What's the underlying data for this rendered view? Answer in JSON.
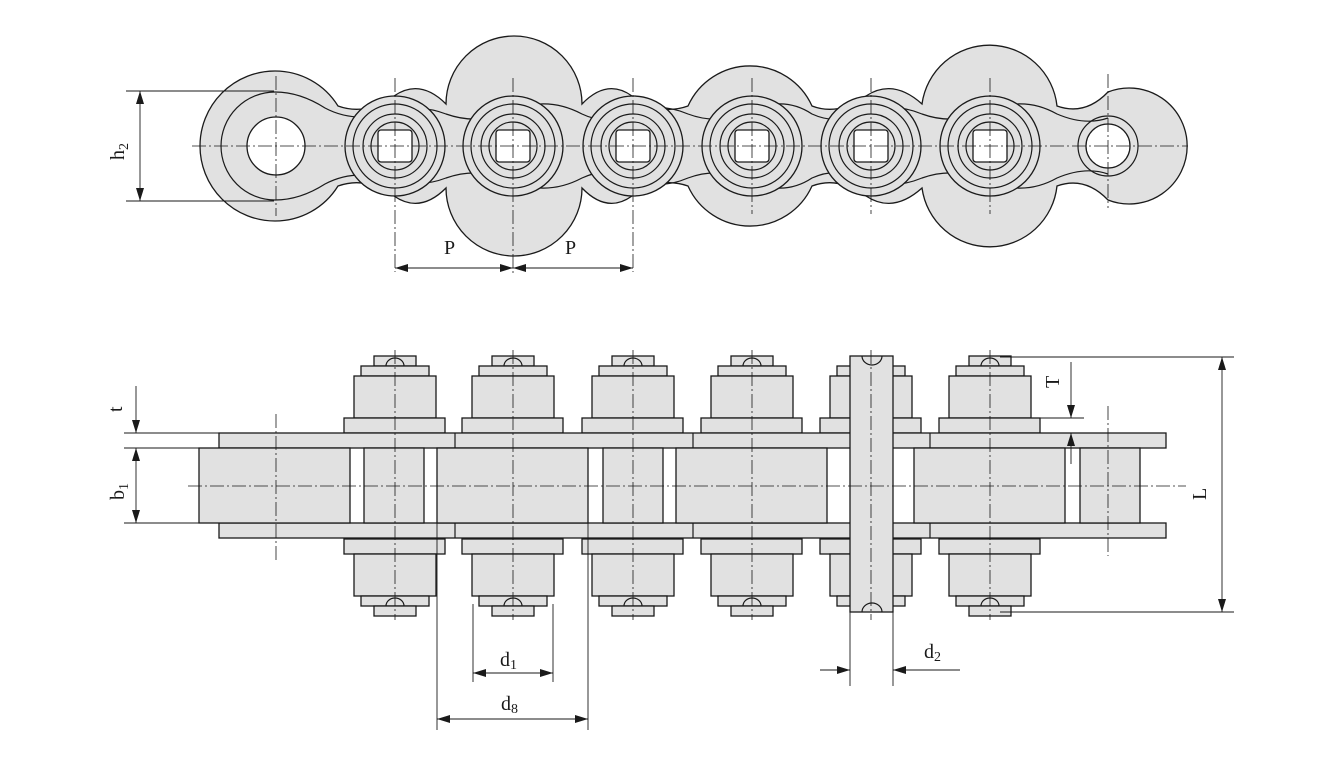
{
  "title": "",
  "labels": {
    "h2": {
      "main": "h",
      "sub": "2"
    },
    "p_left": "P",
    "p_right": "P",
    "t": "t",
    "b1": {
      "main": "b",
      "sub": "1"
    },
    "T": "T",
    "L": "L",
    "d1": {
      "main": "d",
      "sub": "1"
    },
    "d8": {
      "main": "d",
      "sub": "8"
    },
    "d2": {
      "main": "d",
      "sub": "2"
    }
  },
  "colors": {
    "part_fill": "#e1e1e1",
    "line": "#1a1a1a",
    "background": "#ffffff"
  }
}
